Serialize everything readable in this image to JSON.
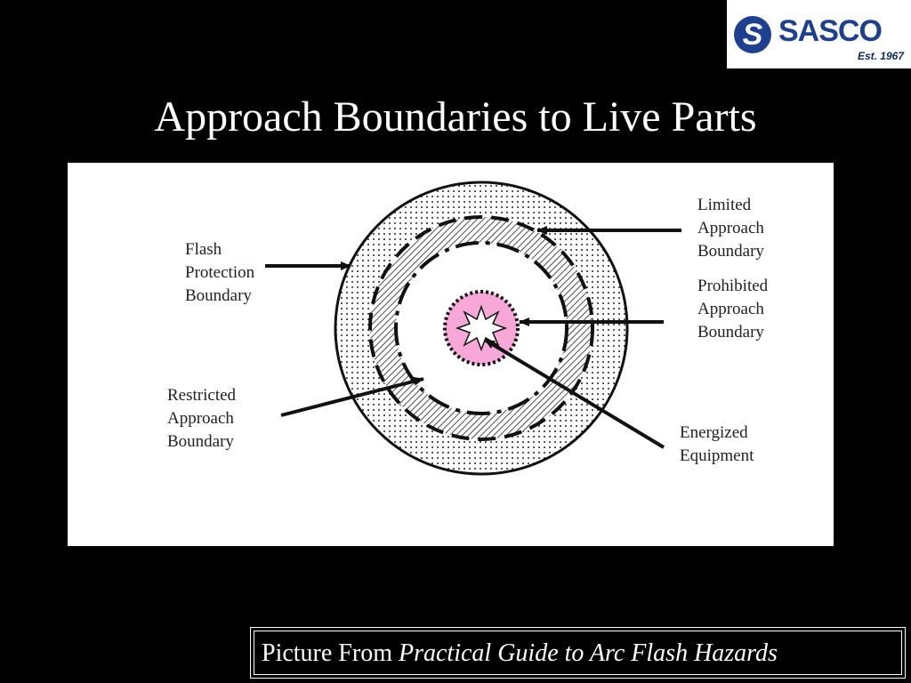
{
  "logo": {
    "mark_letter": "S",
    "name": "SASCO",
    "established": "Est. 1967"
  },
  "slide": {
    "title": "Approach Boundaries to Live Parts"
  },
  "diagram": {
    "labels": {
      "flash_protection": "Flash\nProtection\nBoundary",
      "limited_approach": "Limited\nApproach\nBoundary",
      "prohibited_approach": "Prohibited\nApproach\nBoundary",
      "restricted_approach": "Restricted\nApproach\nBoundary",
      "energized_equipment": "Energized\nEquipment"
    },
    "colors": {
      "energized_fill": "#f7a8d8",
      "ink": "#111111"
    }
  },
  "caption": {
    "prefix": "Picture From ",
    "source": "Practical Guide to Arc Flash Hazards"
  }
}
